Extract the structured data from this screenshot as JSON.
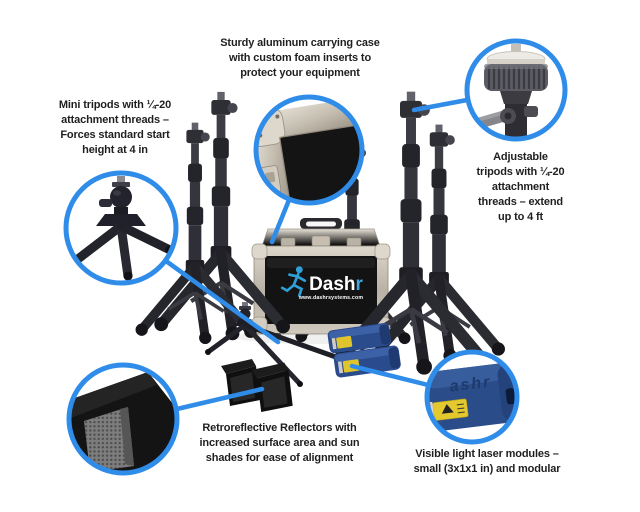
{
  "figure": {
    "background": "#ffffff",
    "accent_blue": "#2f8ce8"
  },
  "annotations": {
    "carrying_case": "Sturdy aluminum carrying case\nwith custom foam inserts to\nprotect your equipment",
    "mini_tripods": "Mini tripods with ¼-20\nattachment threads –\nForces standard start\nheight at 4 in",
    "adjustable_tripods": "Adjustable\ntripods with ¼-20\nattachment\nthreads – extend\nup to 4 ft",
    "reflectors": "Retroreflective Reflectors with\nincreased surface area and sun\nshades for ease of alignment",
    "laser_modules": "Visible light laser modules –\nsmall (3x1x1 in) and modular"
  },
  "branding": {
    "logo_prefix": "Dash",
    "logo_suffix": "r",
    "website": "www.dashrsystems.com",
    "module_embossed": "ashr"
  },
  "colors": {
    "callout_blue": "#2f8ce8",
    "laser_blue": "#2a4b8c",
    "label_yellow": "#dfc42c",
    "case_panel_black": "#131313",
    "aluminum_light": "#d7d1c6",
    "logo_r_blue": "#3fa8e0"
  }
}
